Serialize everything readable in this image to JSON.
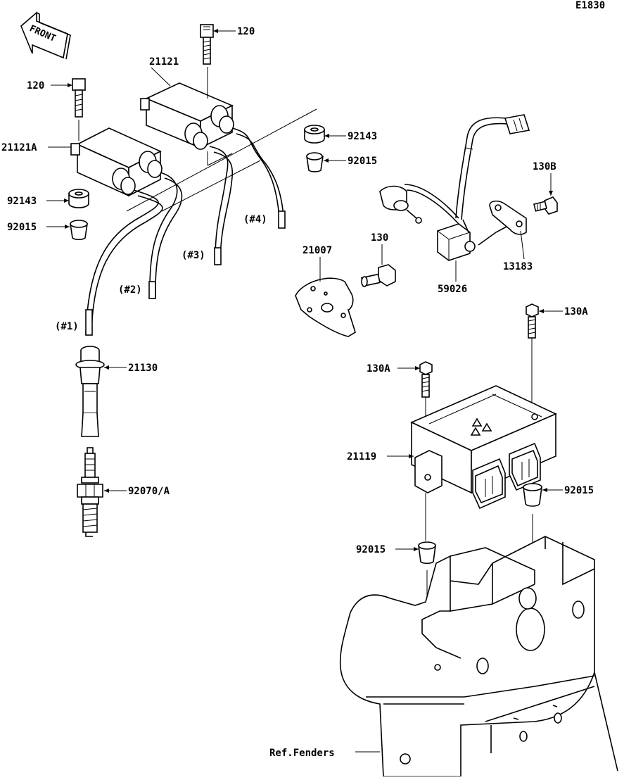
{
  "diagram_code": "E1830",
  "front_label": "FRONT",
  "labels": {
    "p120_top": "120",
    "p120_left": "120",
    "p21121": "21121",
    "p21121A": "21121A",
    "p92143_left": "92143",
    "p92015_left": "92015",
    "p92143_right": "92143",
    "p92015_right": "92015",
    "cyl4": "(#4)",
    "cyl3": "(#3)",
    "cyl2": "(#2)",
    "cyl1": "(#1)",
    "p21130": "21130",
    "p92070A": "92070/A",
    "p130B": "130B",
    "p13183": "13183",
    "p21007": "21007",
    "p130": "130",
    "p59026": "59026",
    "p130A_right": "130A",
    "p130A_left": "130A",
    "p21119": "21119",
    "p92015_ecu_right": "92015",
    "p92015_ecu_left": "92015",
    "ref_fenders": "Ref.Fenders"
  }
}
